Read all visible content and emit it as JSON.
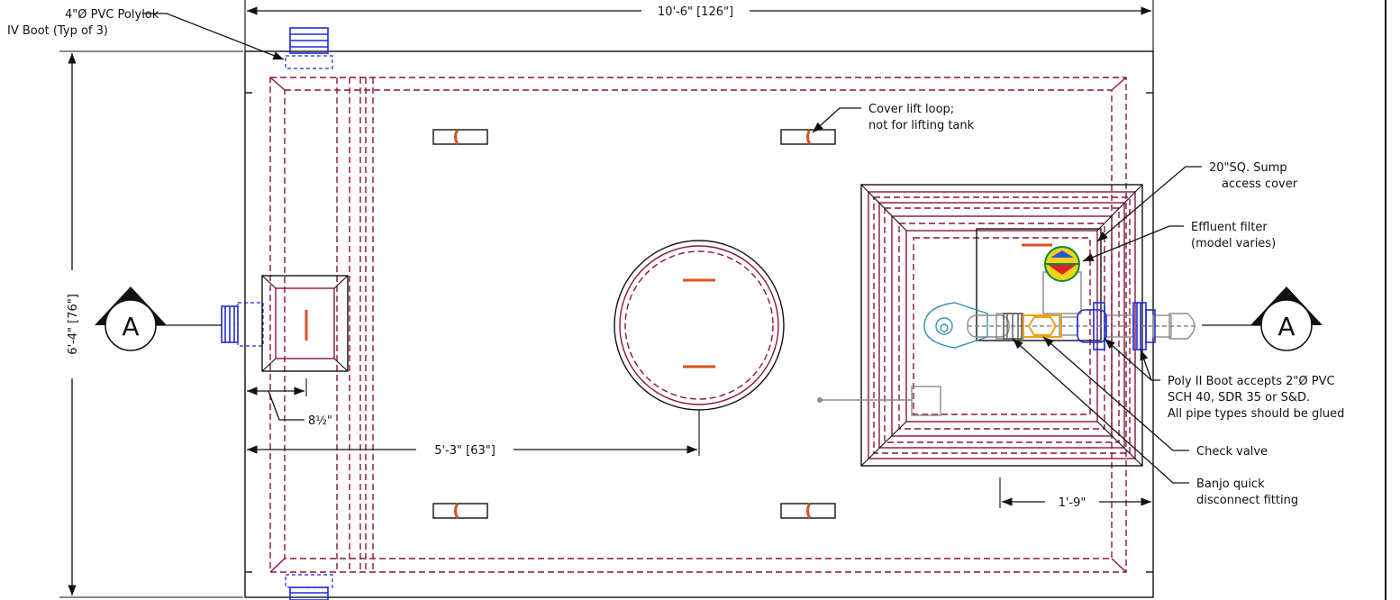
{
  "dimensions": {
    "overall_length": "10'-6\" [126\"]",
    "overall_width": "6'-4\" [76\"]",
    "riser_offset": "5'-3\" [63\"]",
    "boot_offset": "8½\"",
    "sump_offset": "1'-9\""
  },
  "section_marks": {
    "left": "A",
    "right": "A"
  },
  "callouts": {
    "boot_line1": "4\"Ø PVC Polylok",
    "boot_line2": "IV Boot (Typ of 3)",
    "lift_line1": "Cover lift loop;",
    "lift_line2": "not for lifting tank",
    "sump_line1": "20\"SQ. Sump",
    "sump_line2": "access cover",
    "filter_line1": "Effluent filter",
    "filter_line2": "(model varies)",
    "poly_line1": "Poly II Boot accepts 2\"Ø PVC",
    "poly_line2": "SCH 40, SDR 35 or S&D.",
    "poly_line3": "All pipe types should be glued",
    "check_valve": "Check valve",
    "banjo_line1": "Banjo quick",
    "banjo_line2": "disconnect fitting"
  },
  "colors": {
    "outline": "#111111",
    "tank_walls": "#8a1538",
    "boots": "#1f2bd6",
    "handles": "#d8531f",
    "filter": "#f2d21b",
    "check_valve": "#f0a019"
  }
}
